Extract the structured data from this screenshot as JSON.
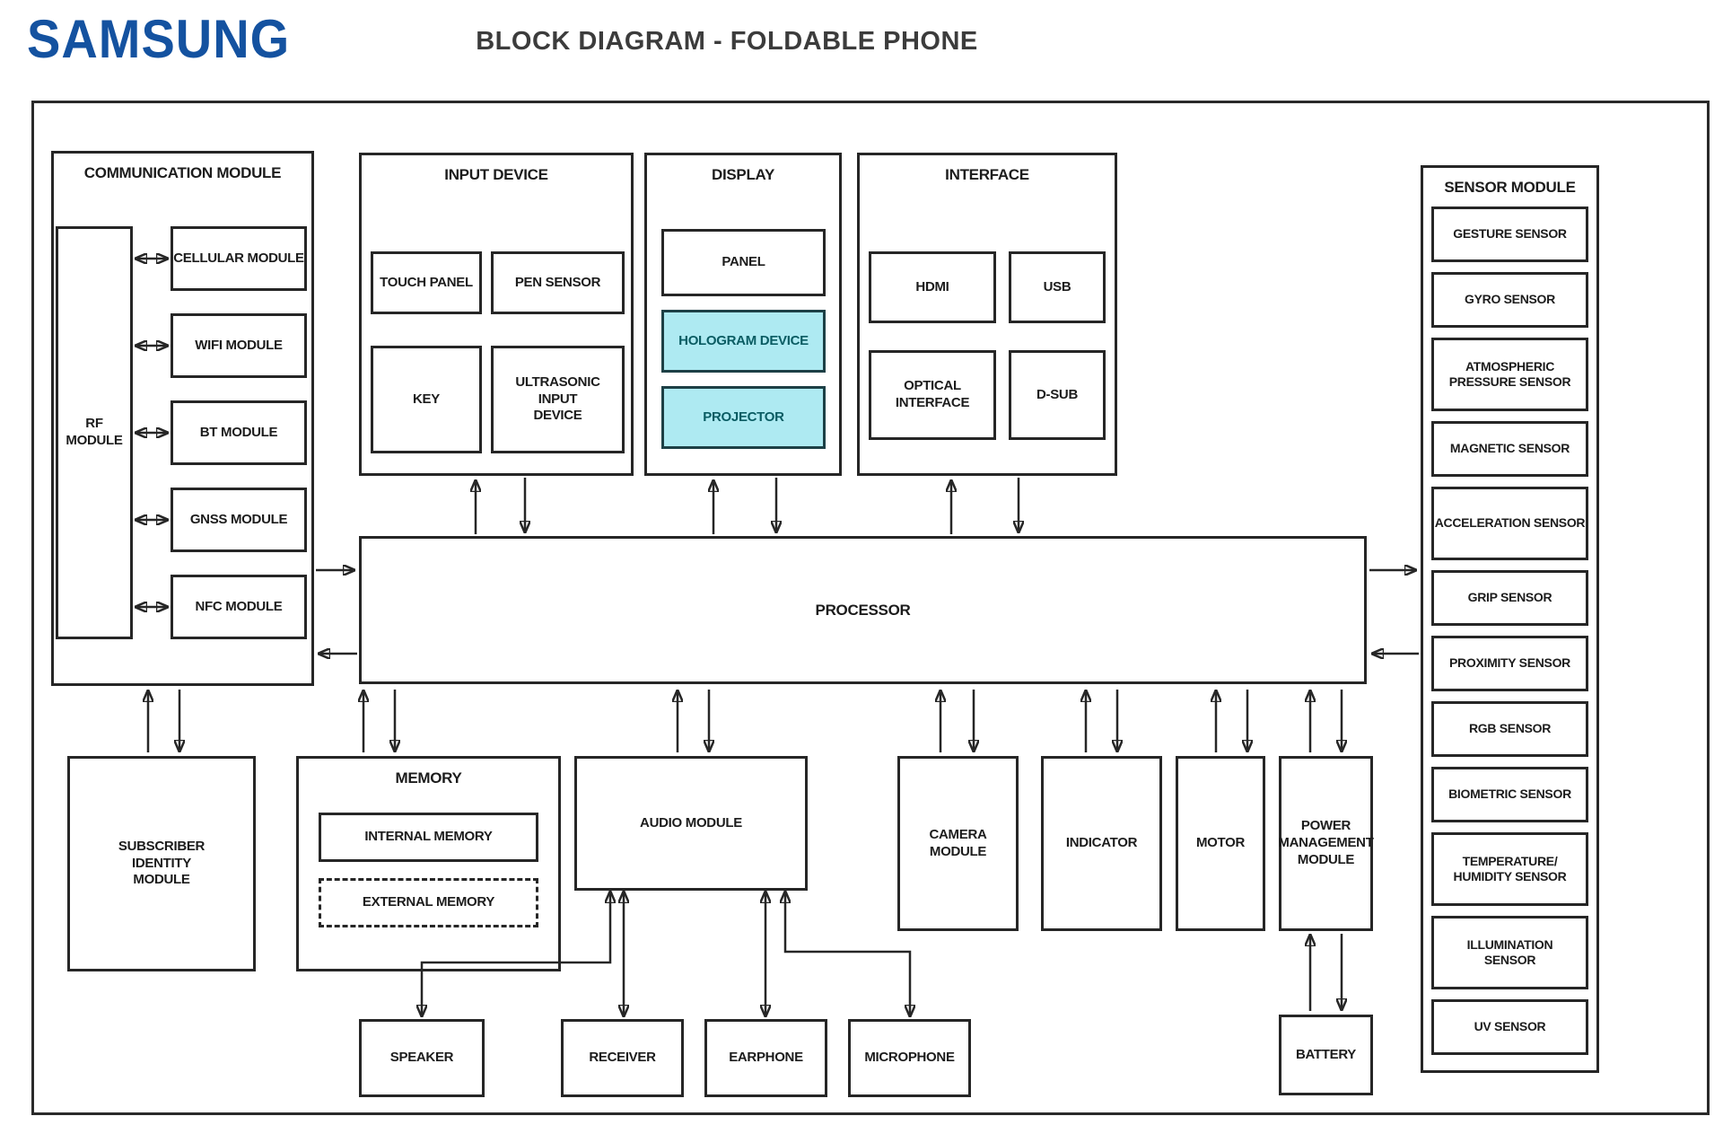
{
  "header": {
    "logo": "SAMSUNG",
    "title": "BLOCK DIAGRAM - FOLDABLE PHONE"
  },
  "colors": {
    "logo_blue": "#1452a0",
    "highlight_cyan": "#aeeaf2",
    "highlight_text": "#0a5c63",
    "line": "#262626"
  },
  "communication": {
    "label": "COMMUNICATION MODULE",
    "rf": "RF MODULE",
    "items": [
      "CELLULAR MODULE",
      "WIFI MODULE",
      "BT MODULE",
      "GNSS MODULE",
      "NFC MODULE"
    ]
  },
  "input_device": {
    "label": "INPUT DEVICE",
    "touch": "TOUCH PANEL",
    "pen": "PEN SENSOR",
    "key": "KEY",
    "ultrasonic": "ULTRASONIC INPUT DEVICE"
  },
  "display": {
    "label": "DISPLAY",
    "panel": "PANEL",
    "hologram": "HOLOGRAM DEVICE",
    "projector": "PROJECTOR"
  },
  "interface": {
    "label": "INTERFACE",
    "hdmi": "HDMI",
    "usb": "USB",
    "optical": "OPTICAL INTERFACE",
    "dsub": "D-SUB"
  },
  "sensor_module": {
    "label": "SENSOR MODULE",
    "items": [
      "GESTURE SENSOR",
      "GYRO SENSOR",
      "ATMOSPHERIC PRESSURE SENSOR",
      "MAGNETIC SENSOR",
      "ACCELERATION SENSOR",
      "GRIP SENSOR",
      "PROXIMITY SENSOR",
      "RGB SENSOR",
      "BIOMETRIC SENSOR",
      "TEMPERATURE/ HUMIDITY SENSOR",
      "ILLUMINATION SENSOR",
      "UV SENSOR"
    ]
  },
  "processor": {
    "label": "PROCESSOR"
  },
  "bottom": {
    "sim": "SUBSCRIBER IDENTITY MODULE",
    "memory": "MEMORY",
    "internal": "INTERNAL MEMORY",
    "external": "EXTERNAL MEMORY",
    "audio": "AUDIO MODULE",
    "camera": "CAMERA MODULE",
    "indicator": "INDICATOR",
    "motor": "MOTOR",
    "pmm": "POWER MANAGEMENT MODULE",
    "battery": "BATTERY",
    "speaker": "SPEAKER",
    "receiver": "RECEIVER",
    "earphone": "EARPHONE",
    "microphone": "MICROPHONE"
  }
}
